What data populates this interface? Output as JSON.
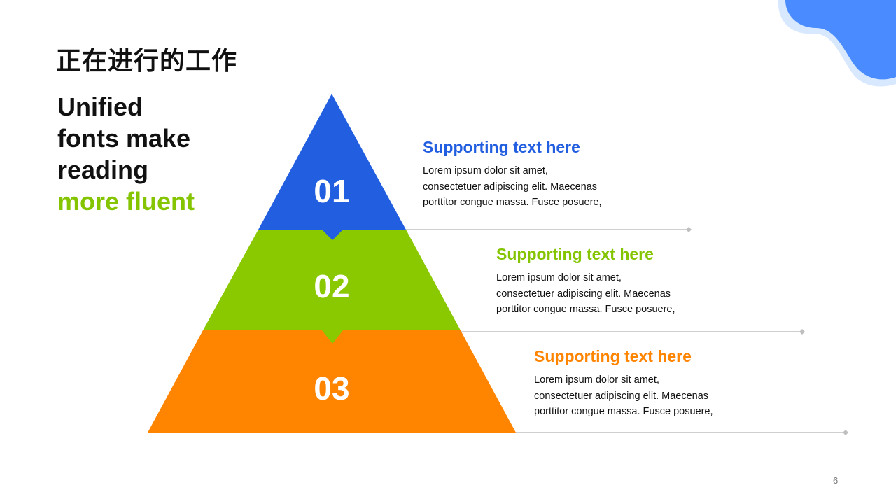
{
  "title": "正在进行的工作",
  "headline": {
    "line1": "Unified",
    "line2": "fonts make",
    "line3": "reading",
    "accent_line": "more fluent"
  },
  "steps": [
    {
      "number": "01",
      "heading": "Supporting text here",
      "body": [
        "Lorem ipsum dolor sit amet,",
        "consectetuer adipiscing elit. Maecenas",
        "porttitor congue massa. Fusce posuere,"
      ],
      "color": "#215ee0"
    },
    {
      "number": "02",
      "heading": "Supporting text here",
      "body": [
        "Lorem ipsum dolor sit amet,",
        "consectetuer adipiscing elit. Maecenas",
        "porttitor congue massa. Fusce posuere,"
      ],
      "color": "#8ac800"
    },
    {
      "number": "03",
      "heading": "Supporting text here",
      "body": [
        "Lorem ipsum dolor sit amet,",
        "consectetuer adipiscing elit. Maecenas",
        "porttitor congue massa. Fusce posuere,"
      ],
      "color": "#ff8400"
    }
  ],
  "page_number": "6",
  "colors": {
    "accent_green": "#84c400",
    "blob_blue": "#4a8cff",
    "blob_light": "#d8e8ff",
    "connector": "#bfbfbf"
  }
}
